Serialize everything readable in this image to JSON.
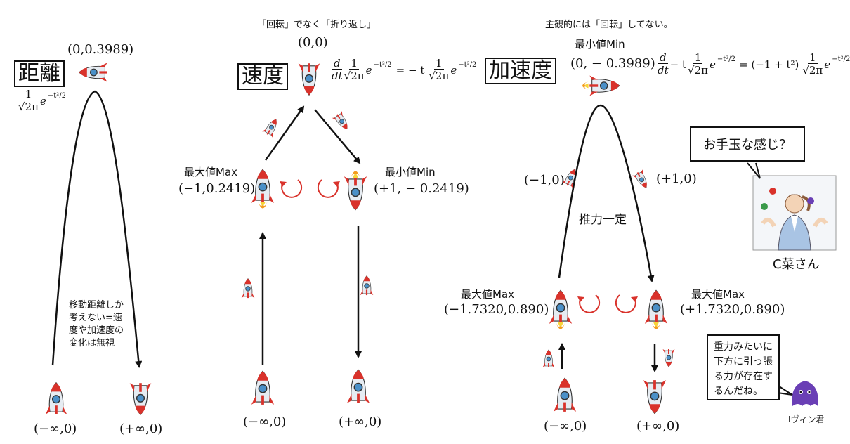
{
  "panels": {
    "distance": {
      "label": "距離",
      "top_coord": "(0,0.3989)",
      "formula": {
        "num": "1",
        "den": "√2π",
        "exp": "e",
        "sup": "−t²/2"
      },
      "note": [
        "移動距離しか",
        "考えない=速",
        "度や加速度の",
        "変化は無視"
      ],
      "left_coord": "(−∞,0)",
      "right_coord": "(+∞,0)"
    },
    "velocity": {
      "caption": "「回転」でなく「折り返し」",
      "label": "速度",
      "top_coord": "(0,0)",
      "formula": {
        "lhs_d": "d",
        "lhs_dt": "dt",
        "num": "1",
        "den": "√2π",
        "exp": "e",
        "sup": "−t²/2",
        "equals": "= − t",
        "rhs_num": "1",
        "rhs_den": "√2π",
        "rhs_exp": "e",
        "rhs_sup": "−t²/2"
      },
      "max_label": "最大値Max",
      "max_coord": "(−1,0.2419)",
      "min_label": "最小値Min",
      "min_coord": "(+1, − 0.2419)",
      "left_coord": "(−∞,0)",
      "right_coord": "(+∞,0)"
    },
    "acceleration": {
      "caption": "主観的には「回転」してない。",
      "label": "加速度",
      "min_label": "最小値Min",
      "top_coord": "(0, − 0.3989)",
      "formula": {
        "d": "d",
        "dt": "dt",
        "minus_t": "− t",
        "num": "1",
        "den": "√2π",
        "exp": "e",
        "sup": "−t²/2",
        "equals": "= (−1 + t²)",
        "rhs_num": "1",
        "rhs_den": "√2π",
        "rhs_exp": "e",
        "rhs_sup": "−t²/2"
      },
      "left_mid": "(−1,0)",
      "right_mid": "(+1,0)",
      "thrust": "推力一定",
      "max_left_label": "最大値Max",
      "max_left_coord": "(−1.7320,0.890)",
      "max_right_label": "最大値Max",
      "max_right_coord": "(+1.7320,0.890)",
      "left_coord": "(−∞,0)",
      "right_coord": "(+∞,0)"
    }
  },
  "characters": {
    "c_name": "C菜さん",
    "c_speech": "お手玉な感じ？",
    "i_name": "Iヴィン君",
    "i_speech": [
      "重力みたいに",
      "下方に引っ張",
      "る力が存在す",
      "るんだね。"
    ]
  },
  "colors": {
    "rocket_red": "#d9322b",
    "rocket_body": "#e6ecf2",
    "window": "#4a90c8",
    "arrow": "#111111",
    "blob": "#6a3fb5"
  }
}
